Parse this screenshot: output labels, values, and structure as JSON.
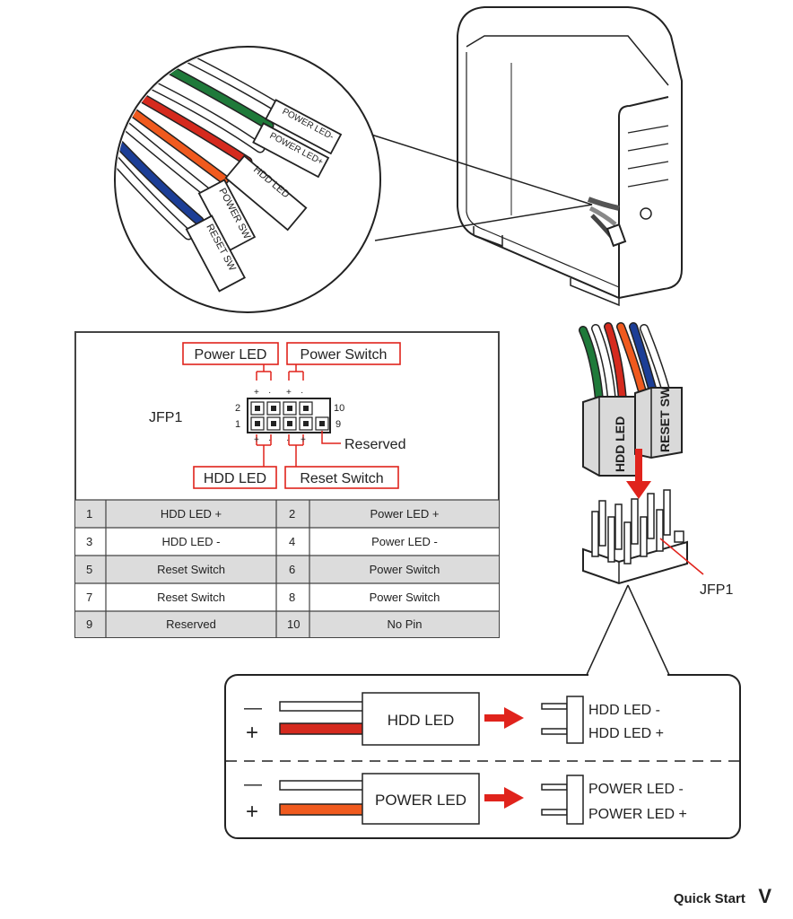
{
  "zoom_connectors": {
    "power_led_minus": "POWER LED-",
    "power_led_plus": "POWER LED+",
    "hdd_led": "HDD LED",
    "power_sw": "POWER SW",
    "reset_sw": "RESET SW"
  },
  "header_diagram": {
    "title": "JFP1",
    "label_power_led": "Power LED",
    "label_power_switch": "Power Switch",
    "label_hdd_led": "HDD LED",
    "label_reset_switch": "Reset Switch",
    "label_reserved": "Reserved",
    "pin_2": "2",
    "pin_1": "1",
    "pin_10": "10",
    "pin_9": "9"
  },
  "pin_table": {
    "rows": [
      {
        "pin_a": "1",
        "name_a": "HDD LED +",
        "pin_b": "2",
        "name_b": "Power LED +"
      },
      {
        "pin_a": "3",
        "name_a": "HDD LED -",
        "pin_b": "4",
        "name_b": "Power LED -"
      },
      {
        "pin_a": "5",
        "name_a": "Reset Switch",
        "pin_b": "6",
        "name_b": "Power Switch"
      },
      {
        "pin_a": "7",
        "name_a": "Reset Switch",
        "pin_b": "8",
        "name_b": "Power Switch"
      },
      {
        "pin_a": "9",
        "name_a": "Reserved",
        "pin_b": "10",
        "name_b": "No Pin"
      }
    ]
  },
  "plug": {
    "hdd_led": "HDD LED",
    "reset_sw": "RESET SW",
    "jfp1_label": "JFP1"
  },
  "polarity": {
    "minus": "—",
    "plus": "+",
    "hdd_box": "HDD LED",
    "hdd_minus": "HDD LED -",
    "hdd_plus": "HDD LED +",
    "power_box": "POWER LED",
    "power_minus": "POWER LED -",
    "power_plus": "POWER LED +"
  },
  "footer": {
    "quick_start": "Quick Start",
    "page": "V"
  },
  "colors": {
    "accent_red": "#e0231c",
    "wire_green": "#1f7a3a",
    "wire_orange": "#f05a1e",
    "wire_blue": "#1c3e96",
    "wire_red": "#d52a1e"
  }
}
